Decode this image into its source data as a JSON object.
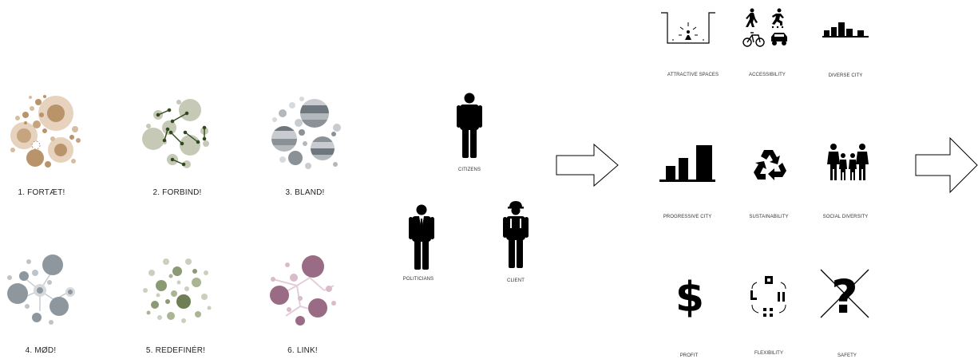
{
  "principles": [
    {
      "label": "1. FORTÆT!"
    },
    {
      "label": "2. FORBIND!"
    },
    {
      "label": "3. BLAND!"
    },
    {
      "label": "4. MØD!"
    },
    {
      "label": "5. REDEFINÉR!"
    },
    {
      "label": "6. LINK!"
    }
  ],
  "actors": {
    "citizens": "CITIZENS",
    "politicians": "POLITICIANS",
    "client": "CLIENT"
  },
  "values": [
    {
      "label": "ATTRACTIVE SPACES",
      "icon": "attractive-spaces-icon"
    },
    {
      "label": "ACCESSIBILITY",
      "icon": "accessibility-icon"
    },
    {
      "label": "DIVERSE CITY",
      "icon": "diverse-city-icon"
    },
    {
      "label": "PROGRESSIVE CITY",
      "icon": "progressive-city-icon"
    },
    {
      "label": "SUSTAINABILITY",
      "icon": "recycle-icon"
    },
    {
      "label": "SOCIAL DIVERSITY",
      "icon": "family-icon"
    },
    {
      "label": "PROFIT",
      "icon": "dollar-icon"
    },
    {
      "label": "FLEXIBILITY",
      "icon": "flexibility-icon"
    },
    {
      "label": "SAFETY",
      "icon": "crossed-question-icon"
    }
  ],
  "colors": {
    "fortaet": "#b9936a",
    "forbind": "#b9bca7",
    "bland": "#8a9197",
    "mod": "#8f979e",
    "redefiner": "#8c9a74",
    "link": "#9a6b84"
  }
}
